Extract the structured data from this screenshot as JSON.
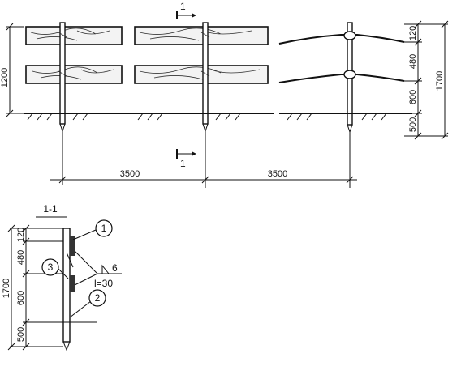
{
  "front_view": {
    "height_total": "1200",
    "span_1": "3500",
    "span_2": "3500",
    "section_mark_top": "1",
    "section_mark_bottom": "1"
  },
  "side_view": {
    "dims": [
      "120",
      "480",
      "600",
      "500"
    ],
    "total": "1700"
  },
  "section_view": {
    "title": "1-1",
    "dims": [
      "120",
      "480",
      "600",
      "500"
    ],
    "total": "1700",
    "callout_1": "1",
    "callout_2": "2",
    "callout_3": "3",
    "weld_size": "6",
    "weld_length": "l=30"
  }
}
